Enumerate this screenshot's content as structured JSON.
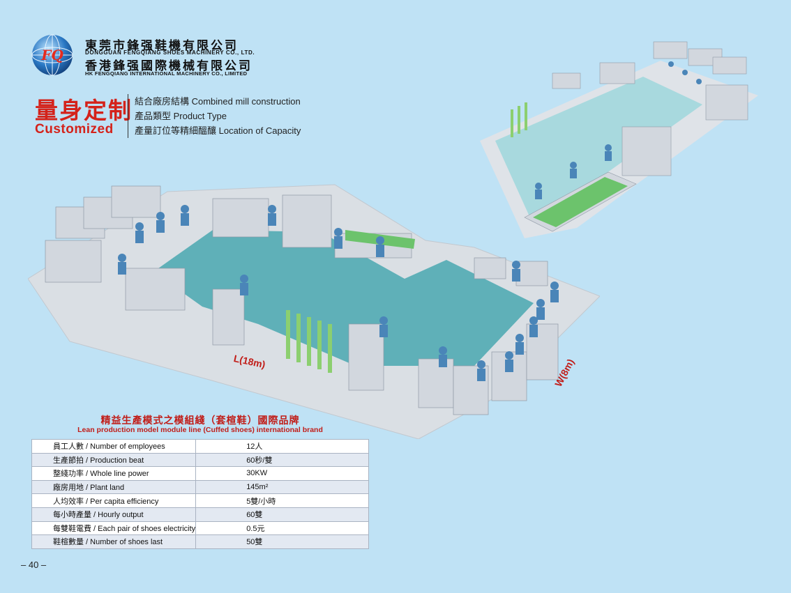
{
  "header": {
    "company_cn_1": "東莞市鋒强鞋機有限公司",
    "company_en_1": "DONGGUAN FENGQIANG SHOES MACHINERY CO., LTD.",
    "company_cn_2": "香港鋒强國際機械有限公司",
    "company_en_2": "HK FENGQIANG INTERNATIONAL MACHINERY CO., LIMITED",
    "logo_text": "FQ"
  },
  "customized": {
    "title_cn": "量身定制",
    "title_en": "Customized",
    "features": [
      "結合廠房結構  Combined mill construction",
      "產品類型  Product Type",
      "產量訂位等精細醞釀  Location of Capacity"
    ]
  },
  "illustration": {
    "length_label": "L(18m)",
    "width_label": "W(8m)"
  },
  "table": {
    "title_cn": "精益生產模式之模組綫（套楦鞋）國際品牌",
    "title_en": "Lean production model module line (Cuffed shoes) international brand",
    "rows": [
      {
        "label": "員工人數 / Number of employees",
        "value": "12人"
      },
      {
        "label": "生產節拍 / Production beat",
        "value": "60秒/雙"
      },
      {
        "label": "整綫功率 / Whole line power",
        "value": "30KW"
      },
      {
        "label": "廠房用地 / Plant land",
        "value": "145m²"
      },
      {
        "label": "人均效率 / Per capita efficiency",
        "value": "5雙/小時"
      },
      {
        "label": "每小時產量 / Hourly output",
        "value": "60雙"
      },
      {
        "label": "每雙鞋電費 / Each pair of shoes electricity",
        "value": "0.5元"
      },
      {
        "label": "鞋楦數量 / Number of shoes last",
        "value": "50雙"
      }
    ]
  },
  "footer": {
    "page_number": "– 40 –"
  },
  "colors": {
    "background": "#bfe2f5",
    "accent_red": "#d4221a",
    "floor": "#5fb0b8"
  }
}
